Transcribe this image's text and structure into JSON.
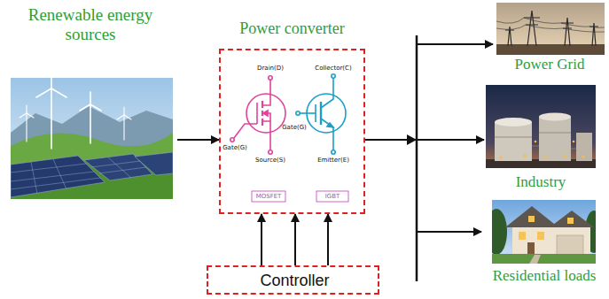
{
  "diagram": {
    "nodes": [
      {
        "text": [
          "Renewable energy sources"
        ]
      },
      {
        "text": [
          "Power converter"
        ]
      },
      {
        "text": [
          "Controller"
        ]
      },
      {
        "text": [
          "Power Grid"
        ]
      },
      {
        "text": [
          "Industry"
        ]
      },
      {
        "text": [
          "Residential loads"
        ]
      }
    ],
    "edges": [
      {
        "from": 0,
        "to": 1,
        "arrow": "to"
      },
      {
        "from": 2,
        "to": 1,
        "arrow": "to"
      },
      {
        "from": 2,
        "to": 1,
        "arrow": "to"
      },
      {
        "from": 2,
        "to": 1,
        "arrow": "to"
      },
      {
        "from": 1,
        "to": 3,
        "arrow": "to"
      },
      {
        "from": 1,
        "to": 4,
        "arrow": "to"
      },
      {
        "from": 1,
        "to": 5,
        "arrow": "to"
      }
    ],
    "labels": [
      "Drain(D)",
      "Gate(G)",
      "Source(S)",
      "MOSFET",
      "Collector(C)",
      "Gate(G)",
      "Emitter(E)",
      "IGBT"
    ]
  }
}
